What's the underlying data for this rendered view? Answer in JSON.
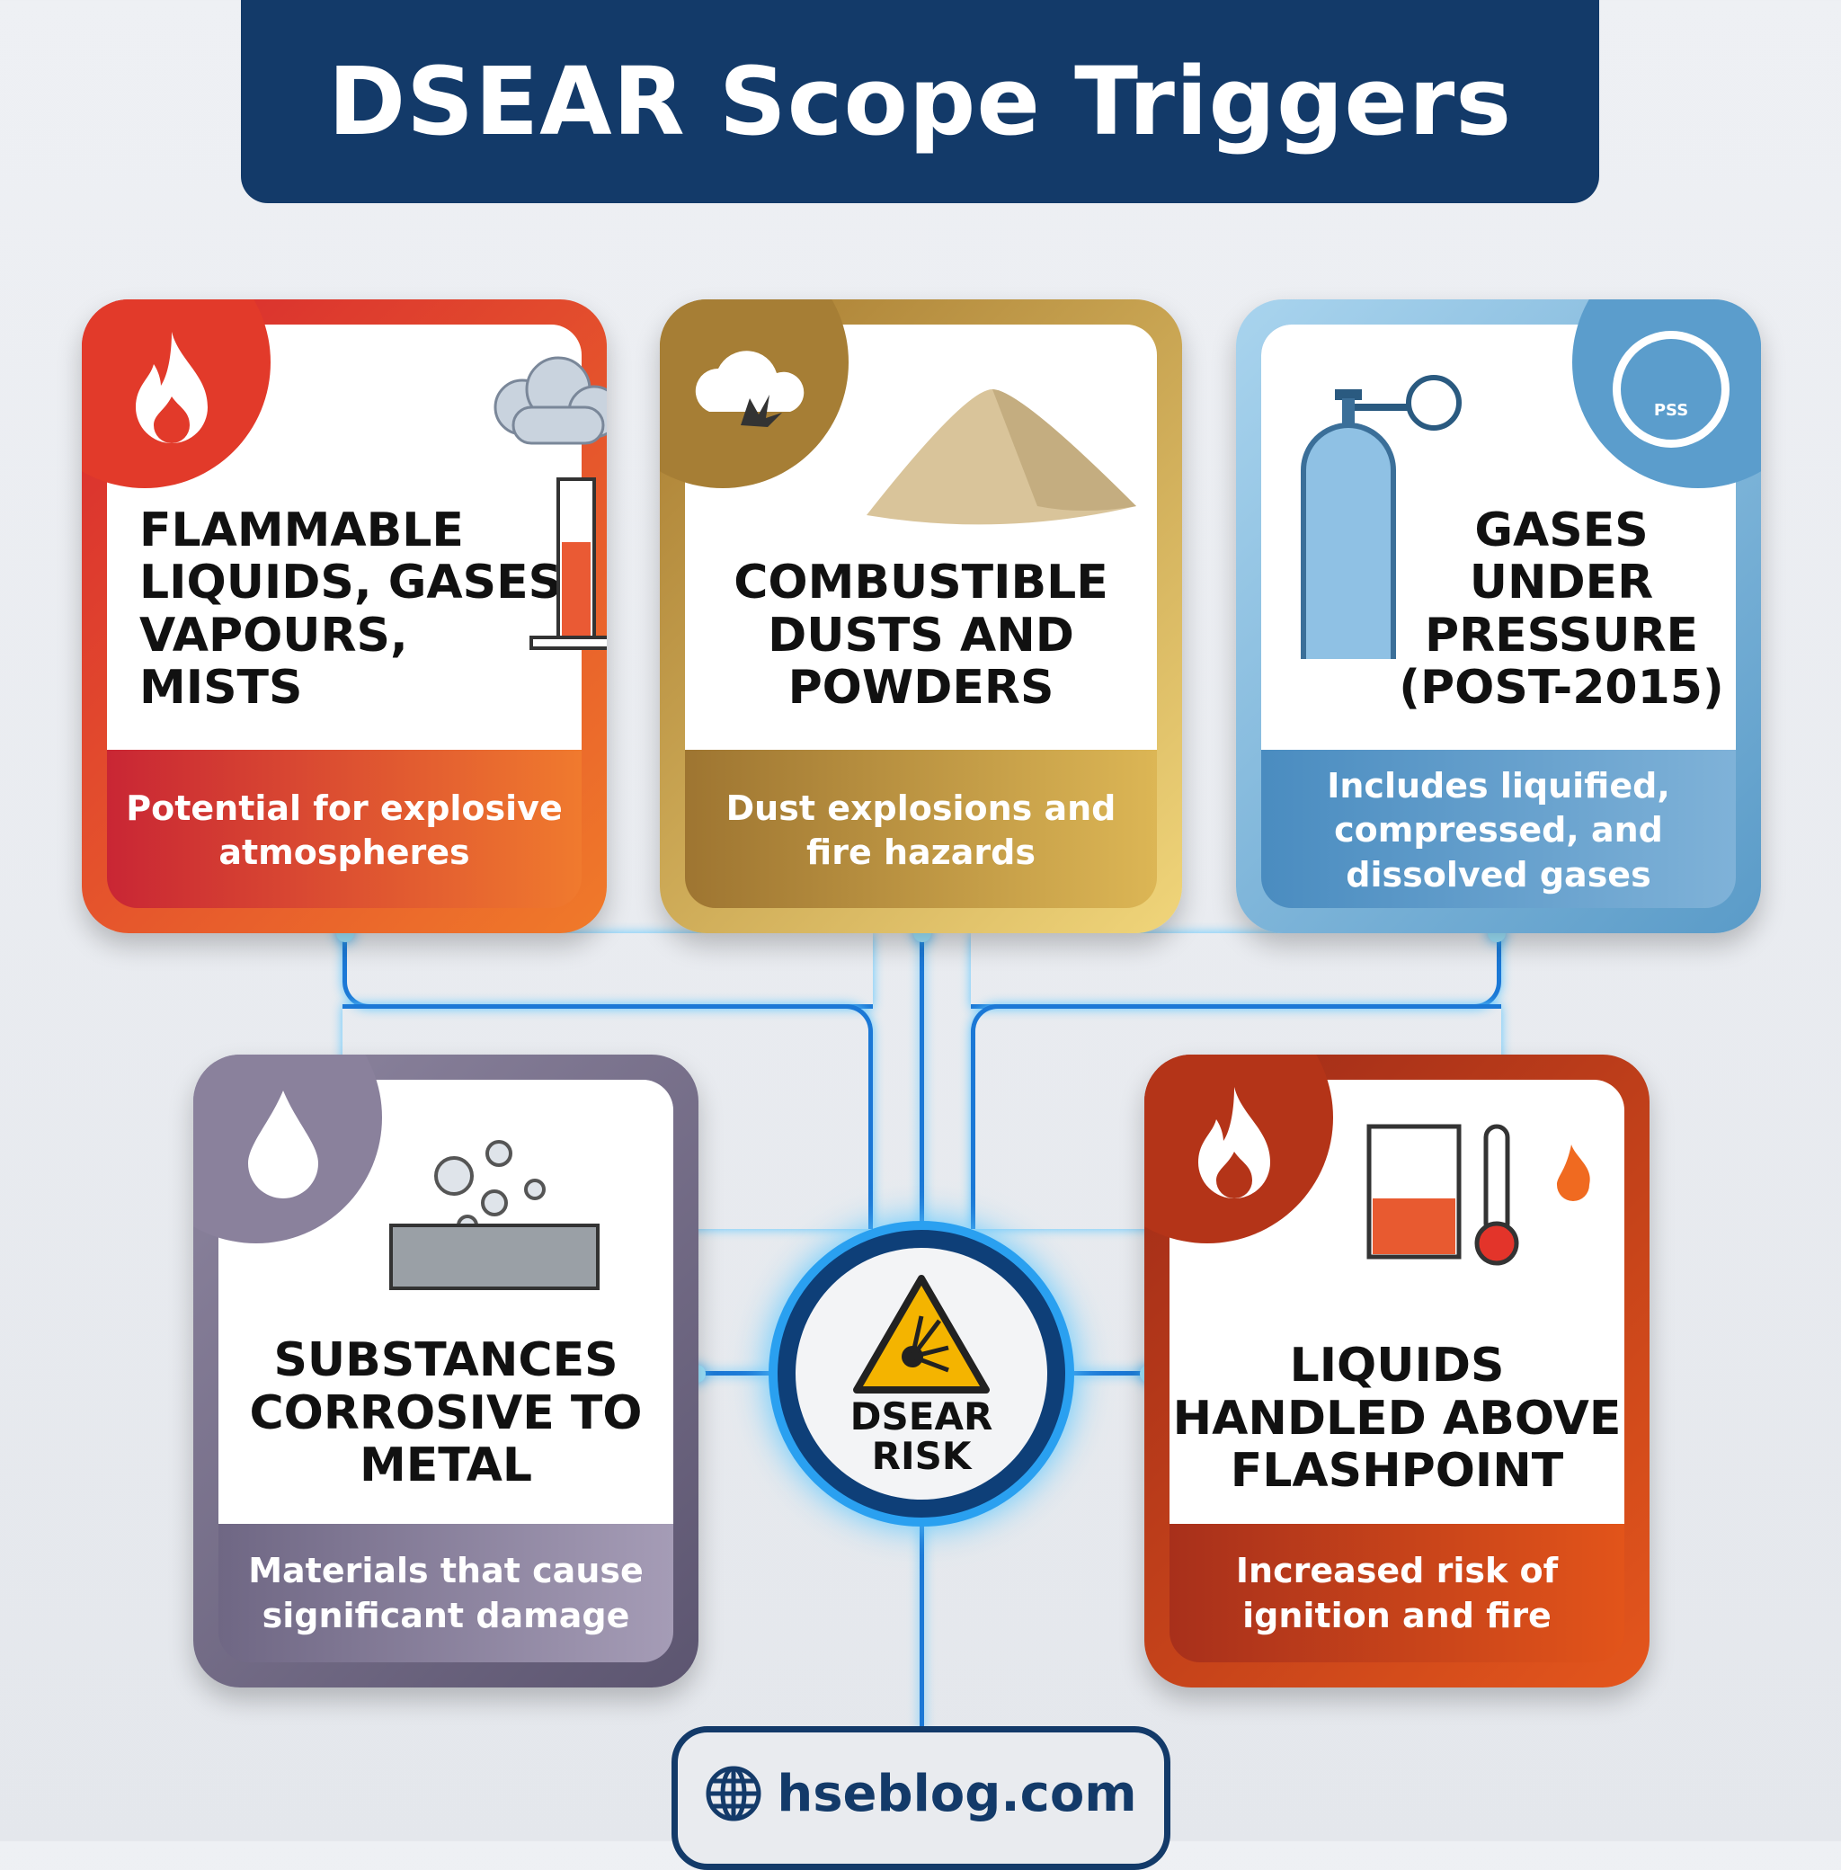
{
  "title": "DSEAR Scope Triggers",
  "cards": [
    {
      "heading": "FLAMMABLE LIQUIDS, GASES, VAPOURS, MISTS",
      "description": "Potential for explosive atmospheres",
      "icon": "fire-icon",
      "color": "#e0452a"
    },
    {
      "heading": "COMBUSTIBLE DUSTS AND POWDERS",
      "description": "Dust explosions and fire hazards",
      "icon": "dust-explosion-icon",
      "color": "#b98d3a"
    },
    {
      "heading": "GASES UNDER PRESSURE (POST-2015)",
      "description": "Includes liquified, compressed, and dissolved gases",
      "icon": "pressure-gauge-icon",
      "badge_text": "PSS",
      "color": "#4f8fbf"
    },
    {
      "heading": "SUBSTANCES CORROSIVE TO METAL",
      "description": "Materials that cause significant damage",
      "icon": "droplet-icon",
      "color": "#7d7590"
    },
    {
      "heading": "LIQUIDS HANDLED ABOVE FLASHPOINT",
      "description": "Increased risk of ignition and fire",
      "icon": "fire-icon",
      "color": "#c9431a"
    }
  ],
  "center": {
    "label_line1": "DSEAR",
    "label_line2": "RISK",
    "icon": "explosive-warning-icon"
  },
  "footer": {
    "site": "hseblog.com",
    "icon": "globe-icon"
  }
}
